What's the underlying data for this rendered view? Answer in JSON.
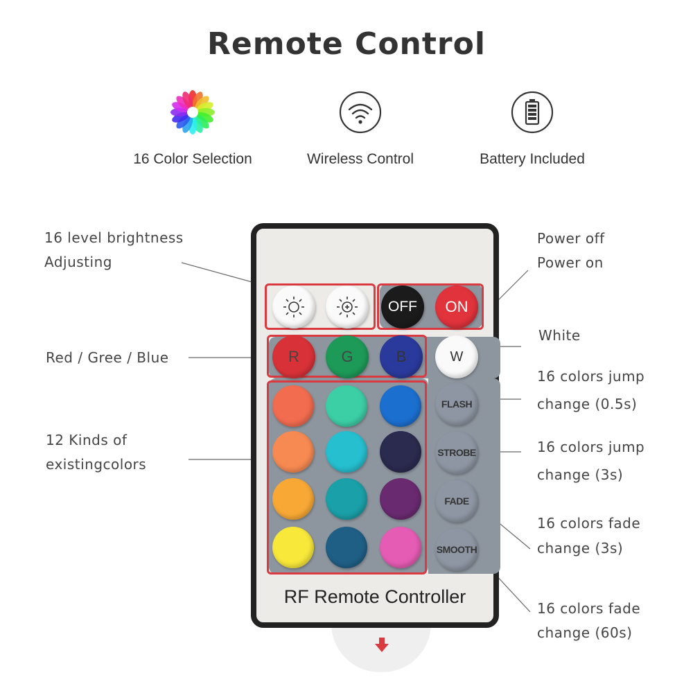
{
  "title": "Remote Control",
  "features": [
    {
      "label": "16 Color Selection",
      "icon": "color-wheel-icon"
    },
    {
      "label": "Wireless Control",
      "icon": "wifi-icon"
    },
    {
      "label": "Battery Included",
      "icon": "battery-icon"
    }
  ],
  "callouts": {
    "brightness": {
      "line1": "16 level brightness",
      "line2": "Adjusting"
    },
    "rgb": "Red / Gree / Blue",
    "colors": {
      "line1": "12 Kinds of",
      "line2": "existingcolors"
    },
    "power": {
      "line1": "Power off",
      "line2": "Power on"
    },
    "white": "White",
    "flash": {
      "line1": "16 colors jump",
      "line2": "change (0.5s)"
    },
    "strobe": {
      "line1": "16 colors jump",
      "line2": "change (3s)"
    },
    "fade": {
      "line1": "16 colors fade",
      "line2": "change (3s)"
    },
    "smooth": {
      "line1": "16 colors fade",
      "line2": "change (60s)"
    }
  },
  "remote": {
    "off_label": "OFF",
    "on_label": "ON",
    "r_label": "R",
    "g_label": "G",
    "b_label": "B",
    "w_label": "W",
    "flash_label": "FLASH",
    "strobe_label": "STROBE",
    "fade_label": "FADE",
    "smooth_label": "SMOOTH",
    "brand": "RF Remote Controller",
    "colors": [
      "#f26c4f",
      "#3ccfa6",
      "#1b6fcf",
      "#f78a52",
      "#26bfd0",
      "#2b2a4f",
      "#f8a935",
      "#1aa0a8",
      "#6a2a70",
      "#f8e83a",
      "#1f5f86",
      "#e55cb4"
    ]
  },
  "colors": {
    "frame": "#d9393f",
    "panel": "#8d959e"
  }
}
